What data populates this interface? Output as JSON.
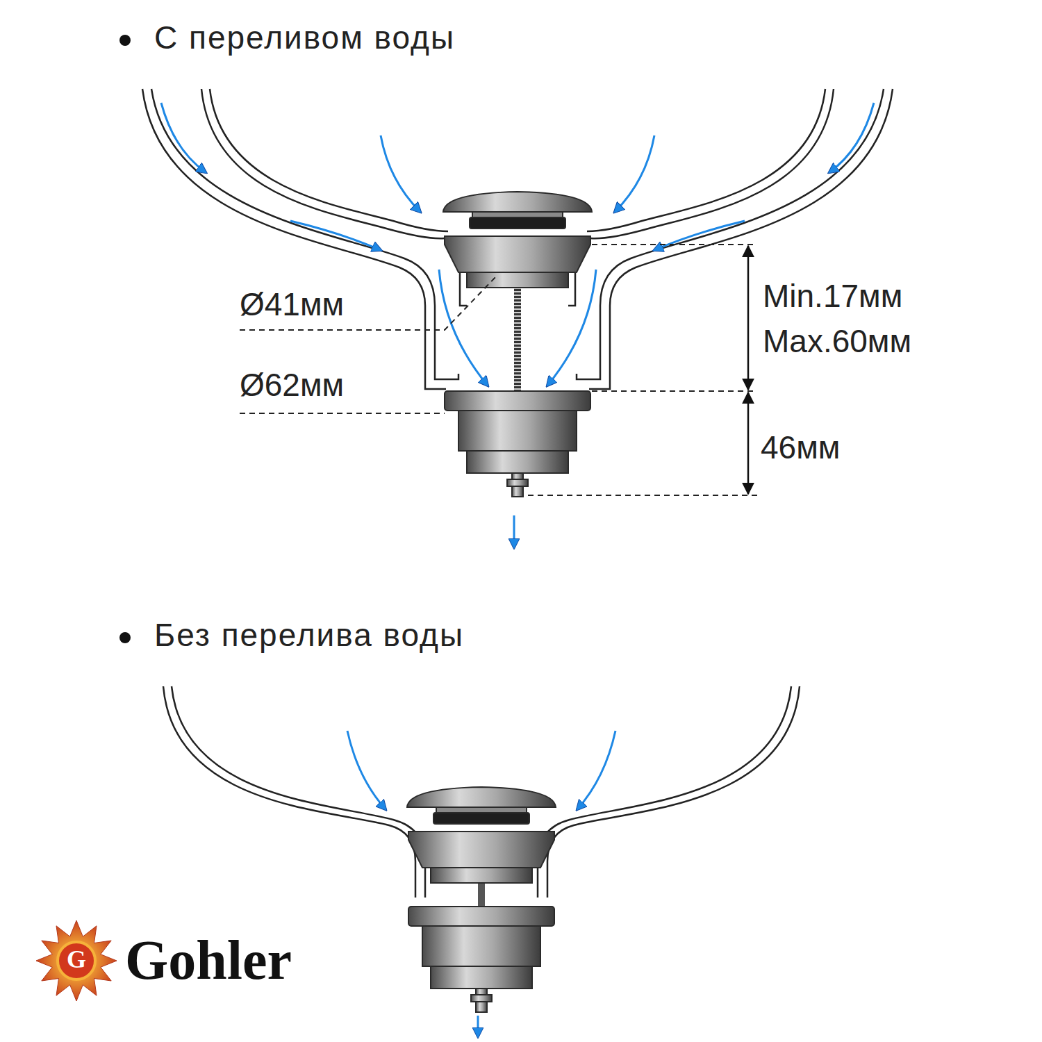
{
  "diagram": {
    "labels": [
      "С переливом воды",
      "Ø41мм",
      "Min.17мм",
      "Max.60мм",
      "Ø62мм",
      "46мм",
      "Без перелива воды",
      "G",
      "Gohler"
    ]
  }
}
